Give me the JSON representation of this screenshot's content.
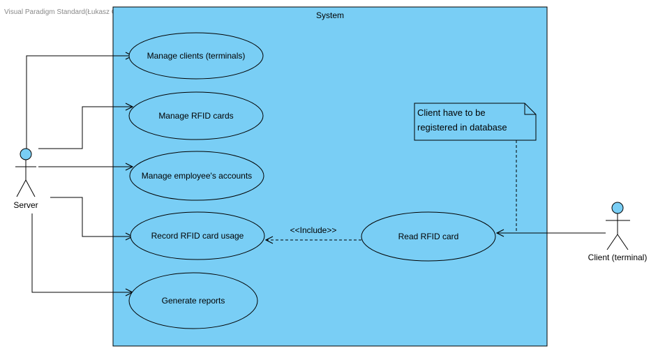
{
  "watermark": "Visual Paradigm Standard(Łukasz Gaverski(Institute of Informatics))",
  "system": {
    "title": "System",
    "fill": "#79CEF5"
  },
  "actors": {
    "server": "Server",
    "client": "Client (terminal)"
  },
  "use_cases": {
    "manage_clients": "Manage clients (terminals)",
    "manage_rfid": "Manage RFID cards",
    "manage_accounts": "Manage employee's accounts",
    "record_usage": "Record RFID card usage",
    "generate_reports": "Generate reports",
    "read_rfid": "Read RFID card"
  },
  "include_label": "<<Include>>",
  "note": {
    "line1": "Client have to be",
    "line2": "registered in database"
  }
}
